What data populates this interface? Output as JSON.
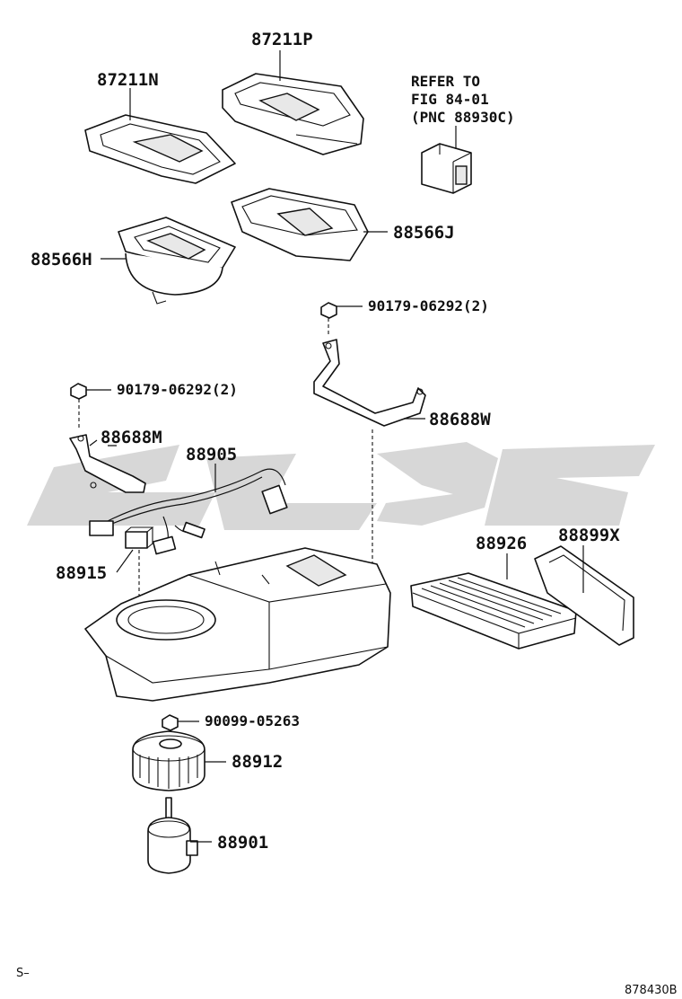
{
  "callouts": {
    "p87211P": "87211P",
    "p87211N": "87211N",
    "refer": [
      "REFER TO",
      "FIG 84-01",
      "(PNC 88930C)"
    ],
    "p88566J": "88566J",
    "p88566H": "88566H",
    "nut_right": "90179-06292(2)",
    "nut_left": "90179-06292(2)",
    "p88688W": "88688W",
    "p88688M": "88688M",
    "p88905": "88905",
    "p88926": "88926",
    "p88899X": "88899X",
    "p88915": "88915",
    "nut_fan": "90099-05263",
    "p88912": "88912",
    "p88901": "88901"
  },
  "footer": {
    "left_mark": "S–",
    "figure_id": "878430B"
  },
  "colors": {
    "line": "#111111",
    "watermark": "#c9c9c9"
  }
}
